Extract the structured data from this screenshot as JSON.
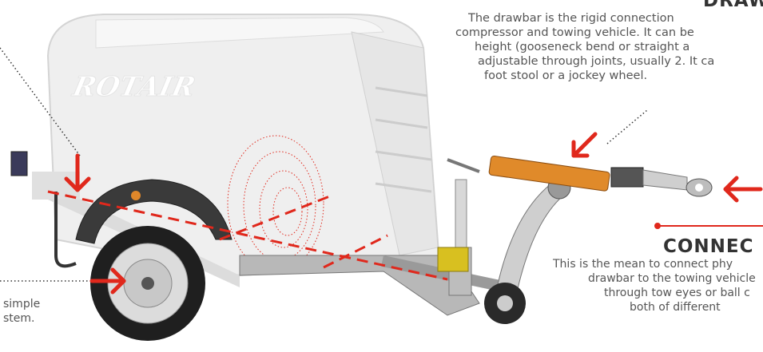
{
  "brand": {
    "logo_text": "ROTAIR"
  },
  "colors": {
    "accent": "#e0281c",
    "body": "#efefef",
    "outline": "#cfcfcf",
    "orange": "#e08a2a",
    "yellow": "#d8c020",
    "dark": "#2b2b2b"
  },
  "drawbar": {
    "heading": "DRAW",
    "lines": [
      "The drawbar is the rigid connection",
      "compressor and towing vehicle. It can be",
      "height (gooseneck bend or straight  a",
      "adjustable through joints, usually 2. It ca",
      "foot stool or a jockey wheel."
    ]
  },
  "connection": {
    "heading": "CONNEC",
    "lines": [
      "This is the mean to connect phy",
      "drawbar to the towing vehicle",
      "through tow eyes or ball c",
      "both of different"
    ]
  },
  "left_note": {
    "lines": [
      "simple",
      "stem."
    ]
  }
}
